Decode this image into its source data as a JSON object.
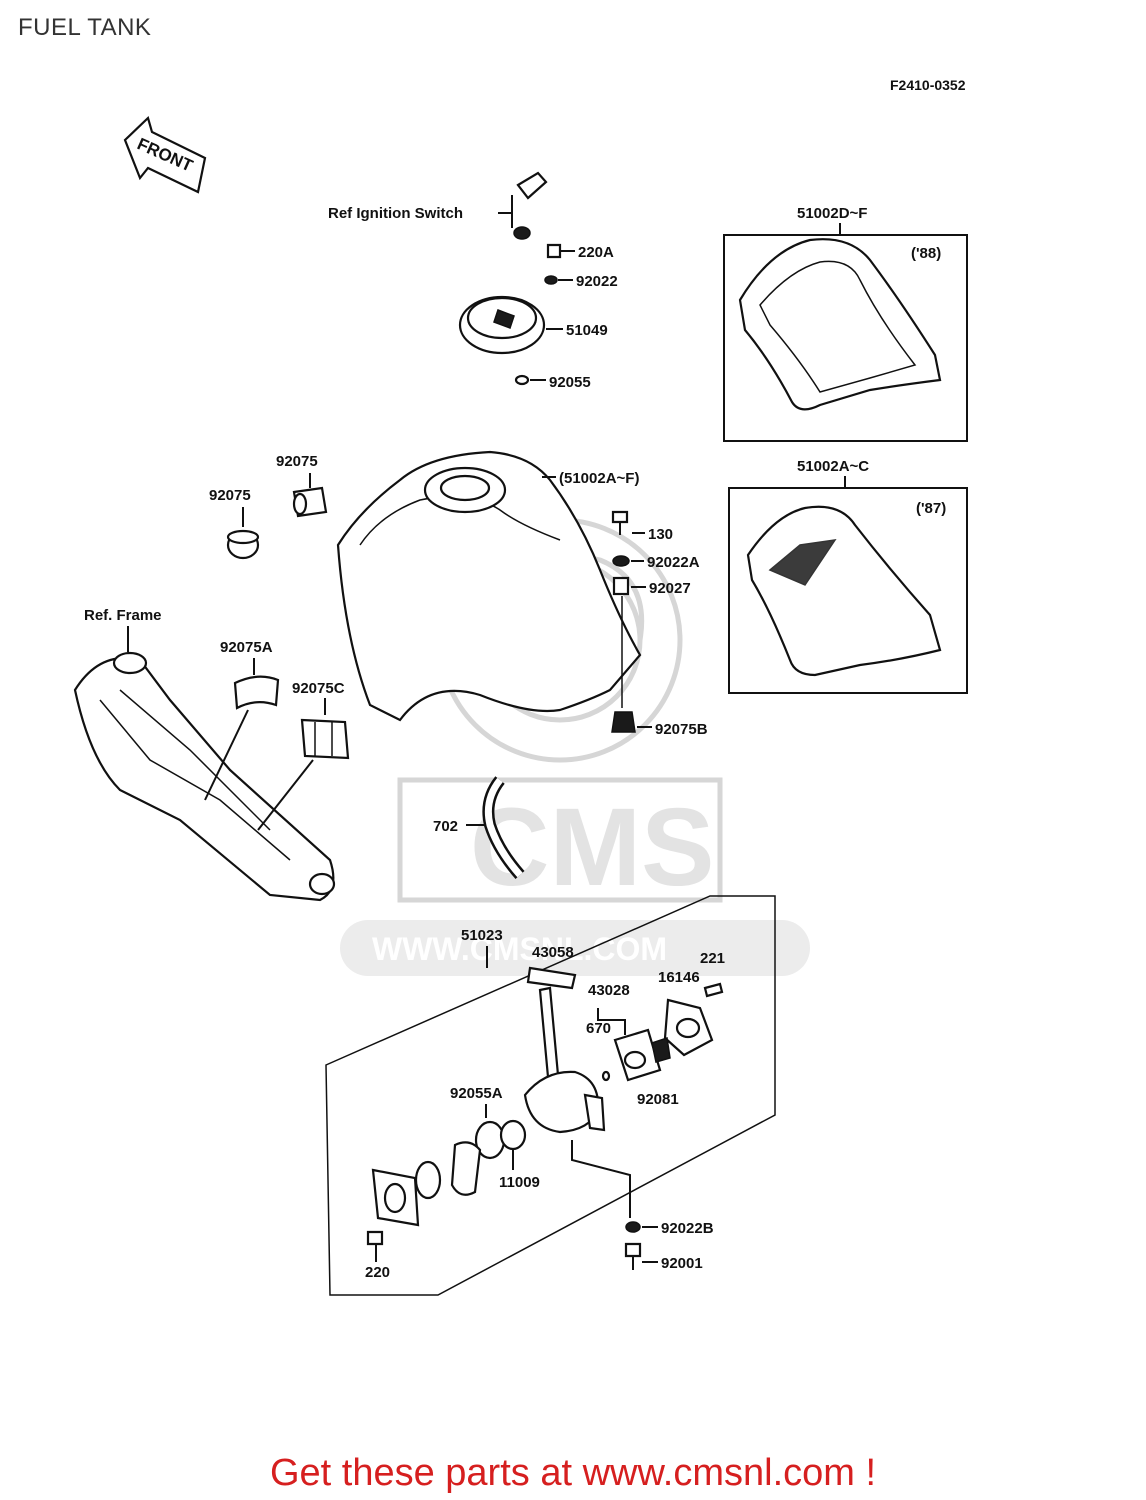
{
  "title": "FUEL TANK",
  "diagram_code": "F2410-0352",
  "front_label": "FRONT",
  "footer": "Get these parts at www.cmsnl.com !",
  "watermark": {
    "text": "CMS",
    "url": "WWW.CMSNL.COM"
  },
  "labels": {
    "ref_ignition_switch": "Ref Ignition Switch",
    "ref_frame": "Ref. Frame",
    "p220A": "220A",
    "p92022": "92022",
    "p51049": "51049",
    "p92055": "92055",
    "p51002D_F": "51002D~F",
    "y88": "('88)",
    "p51002A_C": "51002A~C",
    "y87": "('87)",
    "tank": "(51002A~F)",
    "p92075_a": "92075",
    "p92075_b": "92075",
    "p130": "130",
    "p92022A": "92022A",
    "p92027": "92027",
    "p92075A": "92075A",
    "p92075C": "92075C",
    "p92075B": "92075B",
    "p702": "702",
    "p51023": "51023",
    "p43058": "43058",
    "p221": "221",
    "p16146": "16146",
    "p43028": "43028",
    "p670": "670",
    "p92055A": "92055A",
    "p92081": "92081",
    "p11009": "11009",
    "p92022B": "92022B",
    "p92001": "92001",
    "p220": "220"
  },
  "colors": {
    "line": "#111111",
    "title": "#333333",
    "footer": "#d61f1f",
    "watermark": "#d6d6d6"
  }
}
